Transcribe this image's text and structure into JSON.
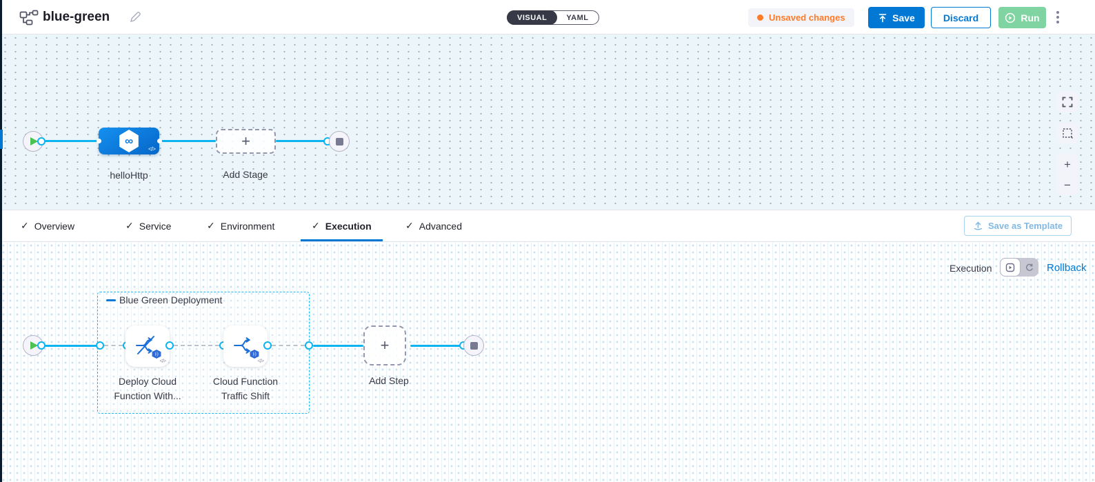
{
  "header": {
    "title": "blue-green",
    "mode_toggle": {
      "visual": "VISUAL",
      "yaml": "YAML",
      "selected": "VISUAL"
    },
    "unsaved_badge": "Unsaved changes",
    "save_label": "Save",
    "discard_label": "Discard",
    "run_label": "Run"
  },
  "stage_canvas": {
    "stage_name": "helloHttp",
    "add_stage_label": "Add Stage"
  },
  "tabs": {
    "items": [
      {
        "label": "Overview"
      },
      {
        "label": "Service"
      },
      {
        "label": "Environment"
      },
      {
        "label": "Execution"
      },
      {
        "label": "Advanced"
      }
    ],
    "active": "Execution",
    "save_as_template_label": "Save as Template"
  },
  "execution_canvas": {
    "mode_label": "Execution",
    "rollback_label": "Rollback",
    "group_label": "Blue Green Deployment",
    "steps": [
      {
        "label": "Deploy Cloud Function With..."
      },
      {
        "label": "Cloud Function Traffic Shift"
      }
    ],
    "add_step_label": "Add Step"
  },
  "icons": {
    "plus": "+",
    "minus": "−",
    "check": "✓",
    "infinity": "∞",
    "code": "</>",
    "traffic_badge": "(-)"
  },
  "colors": {
    "primary_blue": "#0278d5",
    "connector_cyan": "#0ab4f1",
    "unsaved_orange": "#ff7b26",
    "run_green": "#7fd4a1",
    "toggle_dark": "#383946",
    "canvas_top_bg": "#ecf6fa",
    "nav_strip": "#0a1b2c"
  }
}
